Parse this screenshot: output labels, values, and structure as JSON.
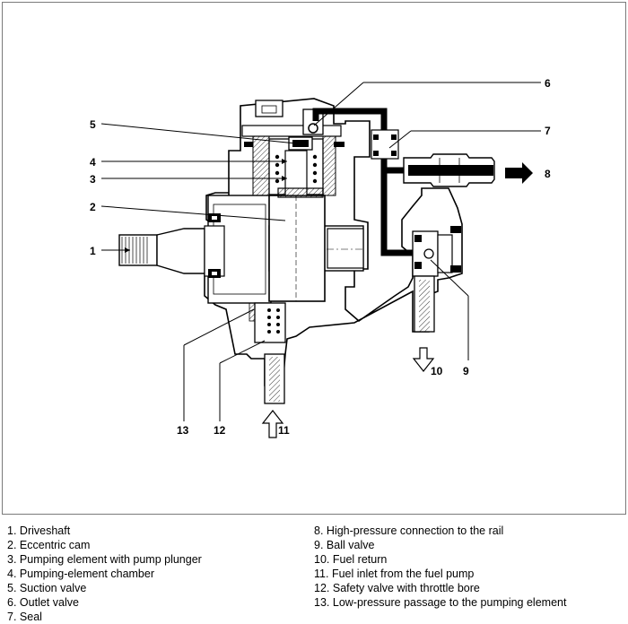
{
  "callouts": {
    "c1": "1",
    "c2": "2",
    "c3": "3",
    "c4": "4",
    "c5": "5",
    "c6": "6",
    "c7": "7",
    "c8": "8",
    "c9": "9",
    "c10": "10",
    "c11": "11",
    "c12": "12",
    "c13": "13"
  },
  "legend_left": [
    {
      "n": "1.",
      "text": "Driveshaft"
    },
    {
      "n": "2.",
      "text": "Eccentric cam"
    },
    {
      "n": "3.",
      "text": "Pumping element with pump plunger"
    },
    {
      "n": "4.",
      "text": "Pumping-element chamber"
    },
    {
      "n": "5.",
      "text": "Suction valve"
    },
    {
      "n": "6.",
      "text": "Outlet valve"
    },
    {
      "n": "7.",
      "text": "Seal"
    }
  ],
  "legend_right": [
    {
      "n": "8.",
      "text": "High-pressure connection to the rail"
    },
    {
      "n": "9.",
      "text": "Ball valve"
    },
    {
      "n": "10.",
      "text": "Fuel return"
    },
    {
      "n": "11.",
      "text": "Fuel inlet from the fuel pump"
    },
    {
      "n": "12.",
      "text": "Safety valve with throttle bore"
    },
    {
      "n": "13.",
      "text": "Low-pressure passage to the pumping element"
    }
  ]
}
